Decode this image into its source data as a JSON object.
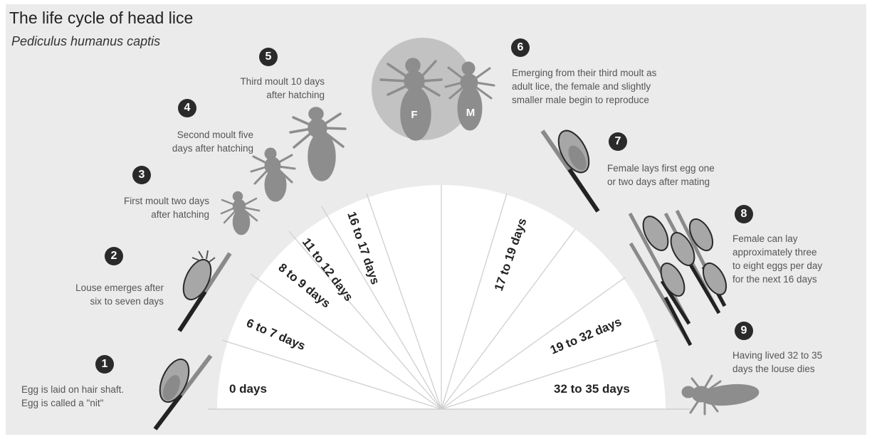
{
  "header": {
    "title": "The life cycle of head lice",
    "subtitle": "Pediculus humanus captis"
  },
  "stages": [
    {
      "number": "1",
      "text": "Egg is laid on hair shaft.\nEgg is called a \"nit\""
    },
    {
      "number": "2",
      "text": "Louse emerges after\nsix to seven days"
    },
    {
      "number": "3",
      "text": "First moult two days\nafter hatching"
    },
    {
      "number": "4",
      "text": "Second moult five\ndays after hatching"
    },
    {
      "number": "5",
      "text": "Third moult 10 days\nafter hatching"
    },
    {
      "number": "6",
      "text": "Emerging from their third moult as\nadult lice, the female and slightly\nsmaller male begin to reproduce"
    },
    {
      "number": "7",
      "text": "Female lays first egg one\nor two days after mating"
    },
    {
      "number": "8",
      "text": "Female can lay\napproximately three\nto eight eggs per day\nfor the next 16 days"
    },
    {
      "number": "9",
      "text": "Having lived 32 to 35\ndays the louse dies"
    }
  ],
  "adult_labels": {
    "female": "F",
    "male": "M"
  },
  "timeline": [
    "0 days",
    "6 to 7 days",
    "8 to 9 days",
    "11 to 12 days",
    "16 to 17 days",
    "17 to 19 days",
    "19 to 32 days",
    "32 to 35 days"
  ],
  "colors": {
    "background": "#ebebeb",
    "fan": "#ffffff",
    "louse": "#8d8d8d",
    "circle": "#c2c2c2",
    "hair": "#808080",
    "badge": "#2a2a2a"
  }
}
